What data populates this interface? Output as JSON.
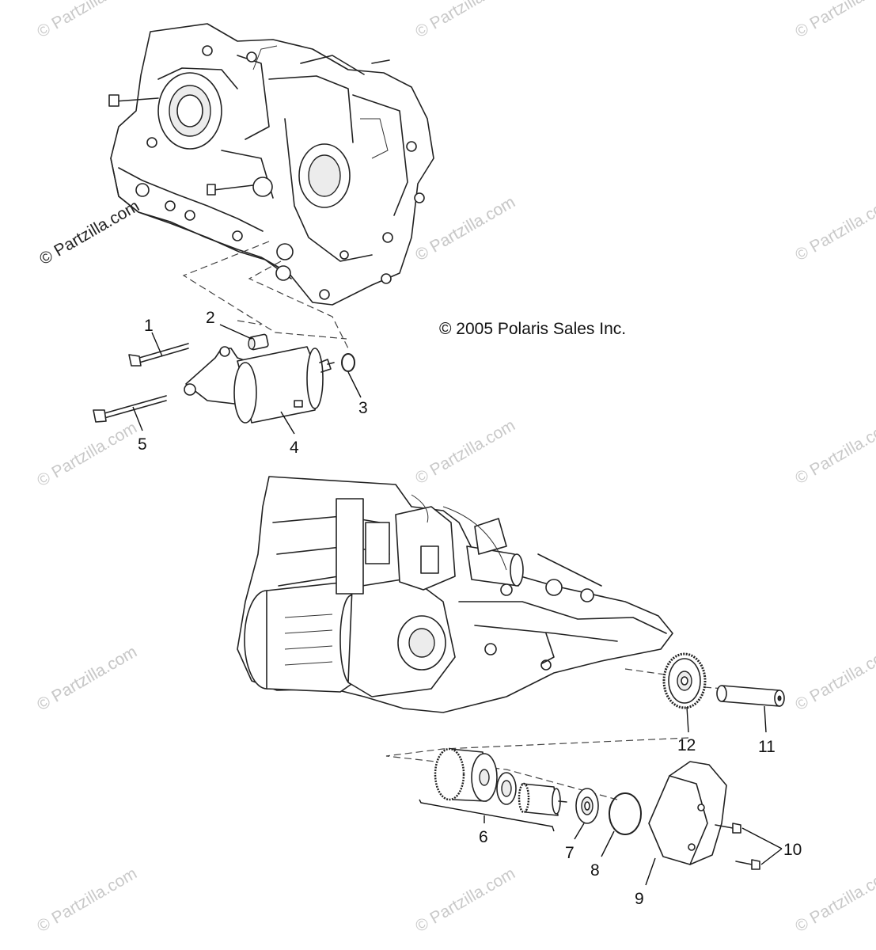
{
  "copyright": "© 2005 Polaris Sales Inc.",
  "watermark": "© Partzilla.com",
  "callouts": {
    "c1": "1",
    "c2": "2",
    "c3": "3",
    "c4": "4",
    "c5": "5",
    "c6": "6",
    "c7": "7",
    "c8": "8",
    "c9": "9",
    "c10": "10",
    "c11": "11",
    "c12": "12"
  }
}
